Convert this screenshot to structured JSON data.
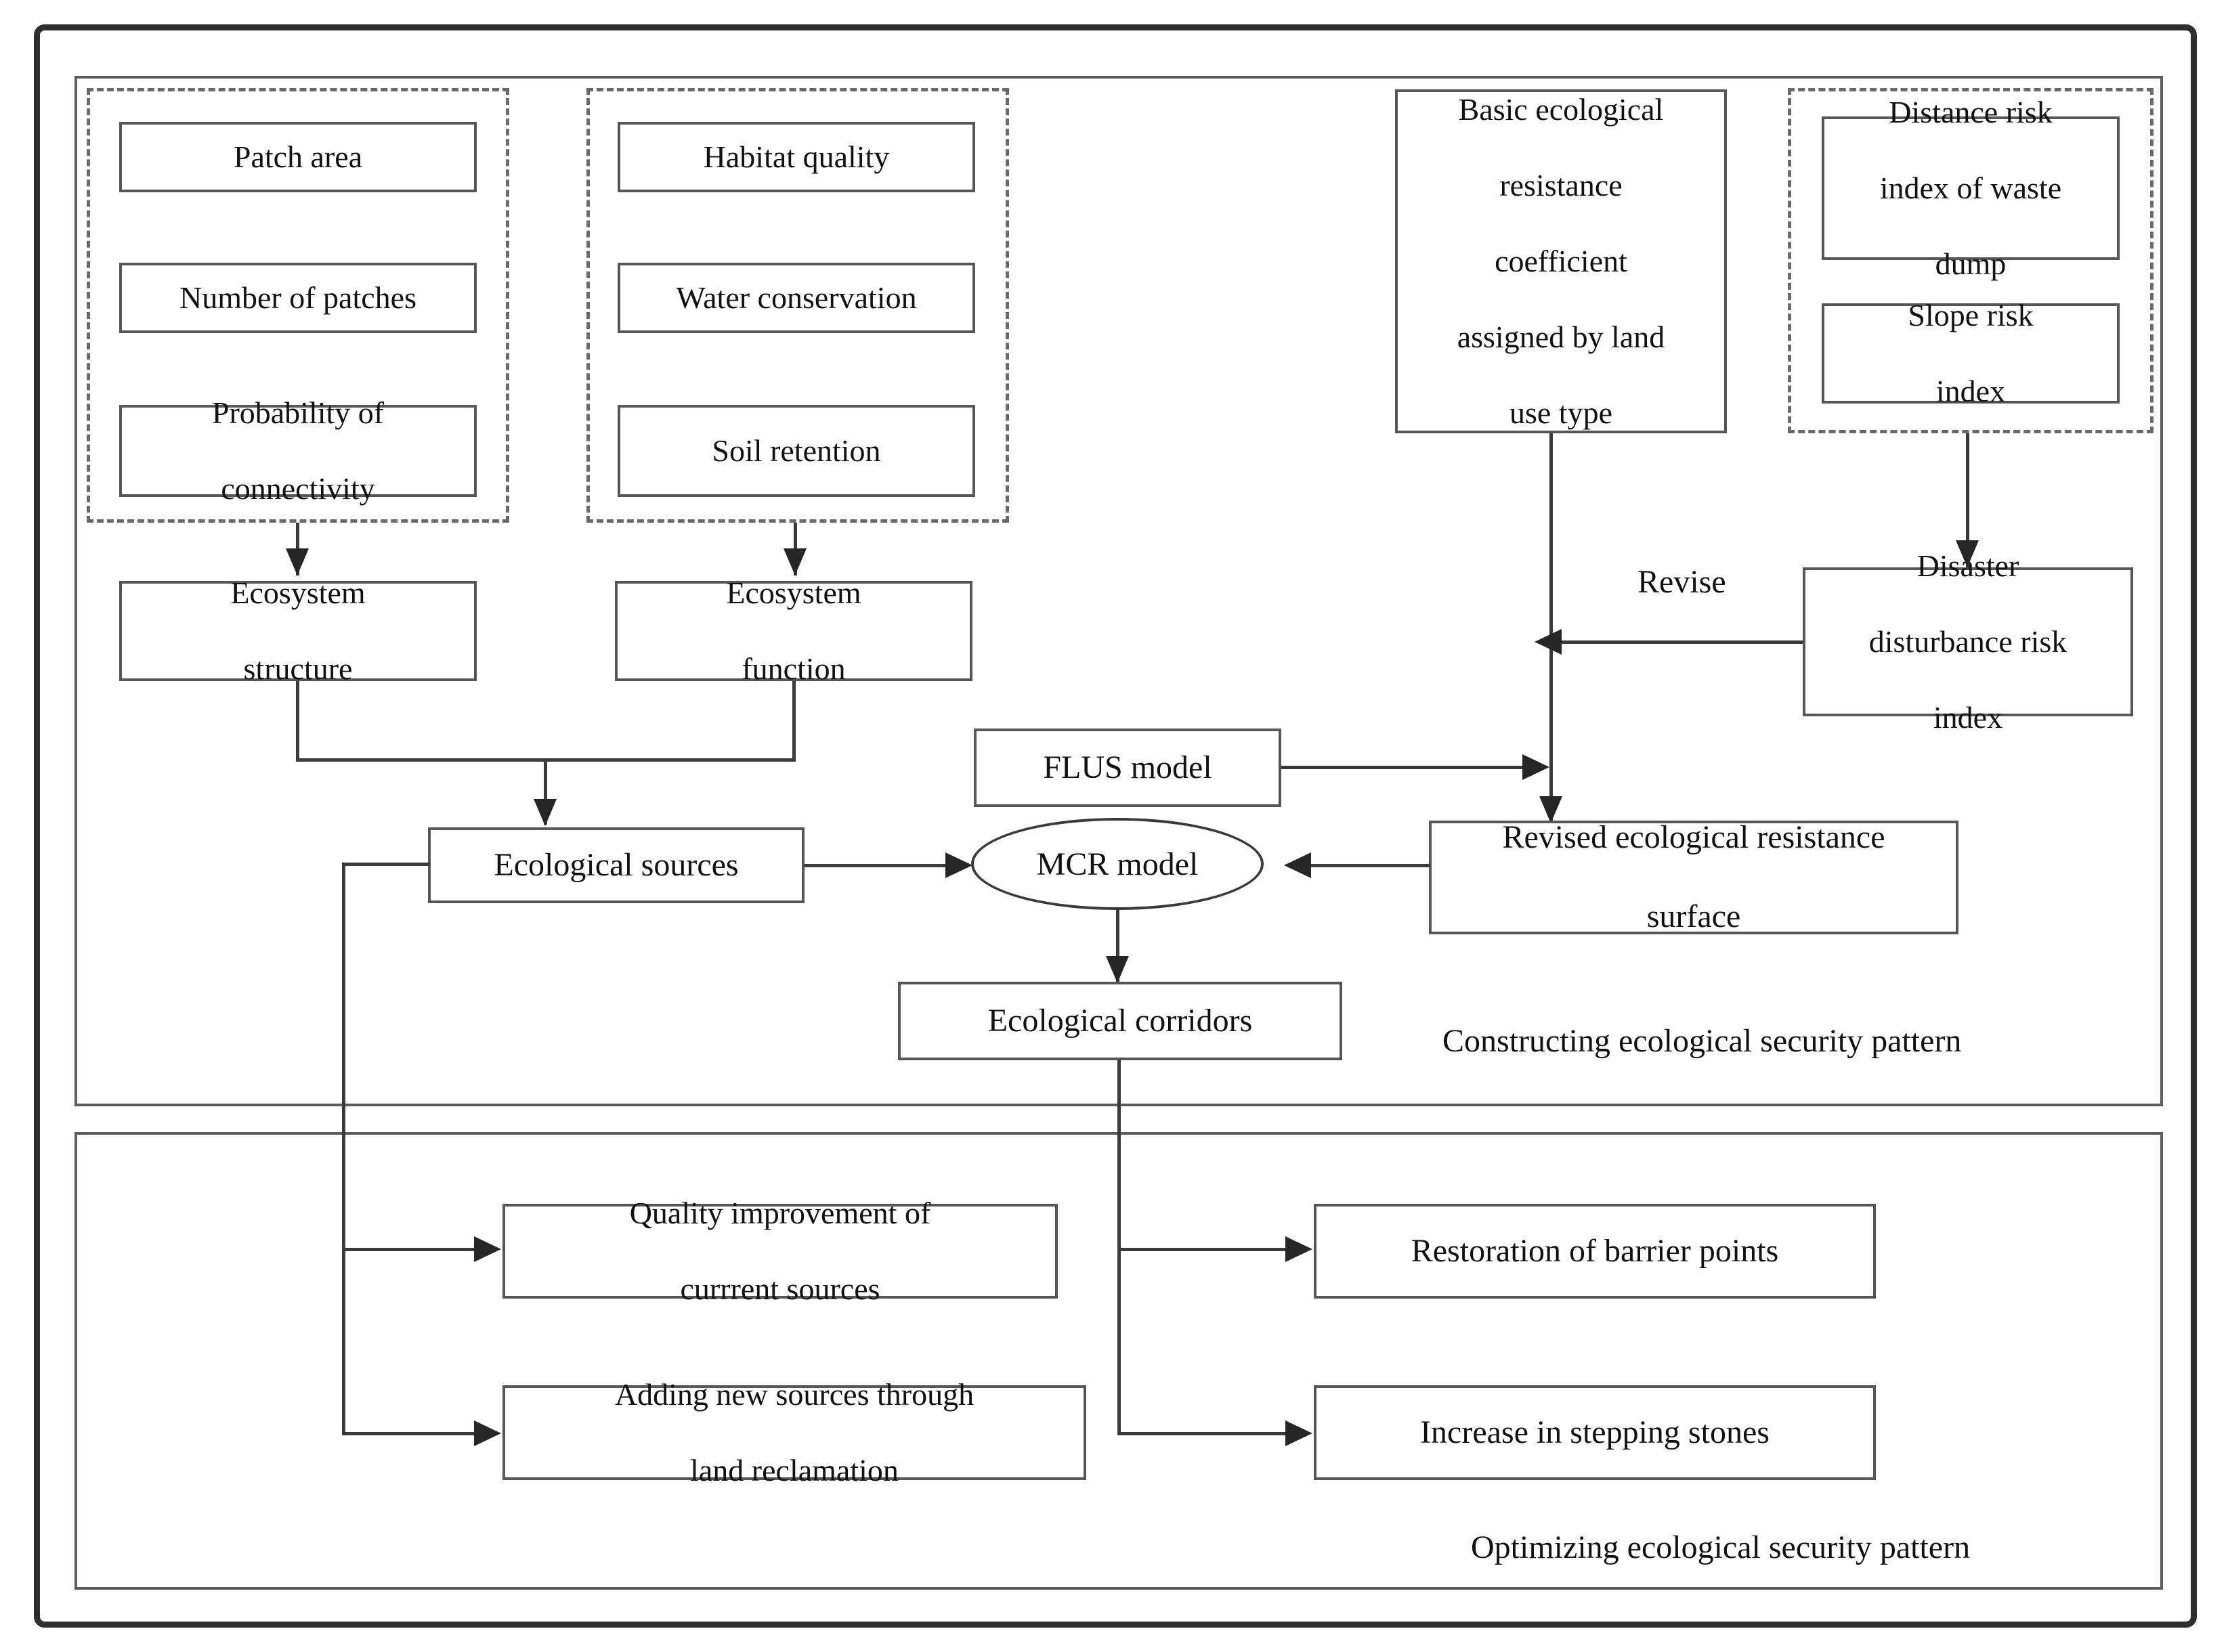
{
  "diagram": {
    "title_hidden": "",
    "sections": [
      {
        "id": "constructing",
        "label": "Constructing ecological security pattern"
      },
      {
        "id": "optimizing",
        "label": "Optimizing ecological security pattern"
      }
    ],
    "groups": {
      "structure_indicators": {
        "items": [
          {
            "label": "Patch area"
          },
          {
            "label": "Number of patches"
          },
          {
            "label": "Probability of\nconnectivity",
            "line1": "Probability of",
            "line2": "connectivity"
          }
        ]
      },
      "function_indicators": {
        "items": [
          {
            "label": "Habitat quality"
          },
          {
            "label": "Water conservation"
          },
          {
            "label": "Soil retention"
          }
        ]
      },
      "risk_indicators": {
        "items": [
          {
            "line1": "Distance risk",
            "line2": "index of waste",
            "line3": "dump"
          },
          {
            "line1": "Slope risk",
            "line2": "index"
          }
        ]
      }
    },
    "nodes": {
      "ecosystem_structure": {
        "line1": "Ecosystem",
        "line2": "structure"
      },
      "ecosystem_function": {
        "line1": "Ecosystem",
        "line2": "function"
      },
      "ecological_sources": {
        "label": "Ecological sources"
      },
      "basic_resistance": {
        "line1": "Basic ecological",
        "line2": "resistance",
        "line3": "coefficient",
        "line4": "assigned by land",
        "line5": "use type"
      },
      "disaster_risk": {
        "line1": "Disaster",
        "line2": "disturbance risk",
        "line3": "index"
      },
      "flus_model": {
        "label": "FLUS model"
      },
      "mcr_model": {
        "label": "MCR model"
      },
      "revised_surface": {
        "line1": "Revised ecological resistance",
        "line2": "surface"
      },
      "ecological_corridors": {
        "label": "Ecological corridors"
      },
      "quality_improvement": {
        "line1": "Quality improvement of",
        "line2": "currrent sources"
      },
      "adding_new_sources": {
        "line1": "Adding new sources through",
        "line2": "land reclamation"
      },
      "restoration_barrier": {
        "label": "Restoration of barrier points"
      },
      "stepping_stones": {
        "label": "Increase in stepping stones"
      }
    },
    "edge_labels": {
      "revise": "Revise"
    },
    "colors": {
      "frame": "#2e2e2e",
      "panel": "#5d5d5d",
      "node_border": "#565656",
      "dashed_border": "#6a6a6a",
      "connector": "#3a3a3a",
      "arrowhead": "#262626",
      "text": "#111111",
      "background": "#ffffff"
    }
  }
}
